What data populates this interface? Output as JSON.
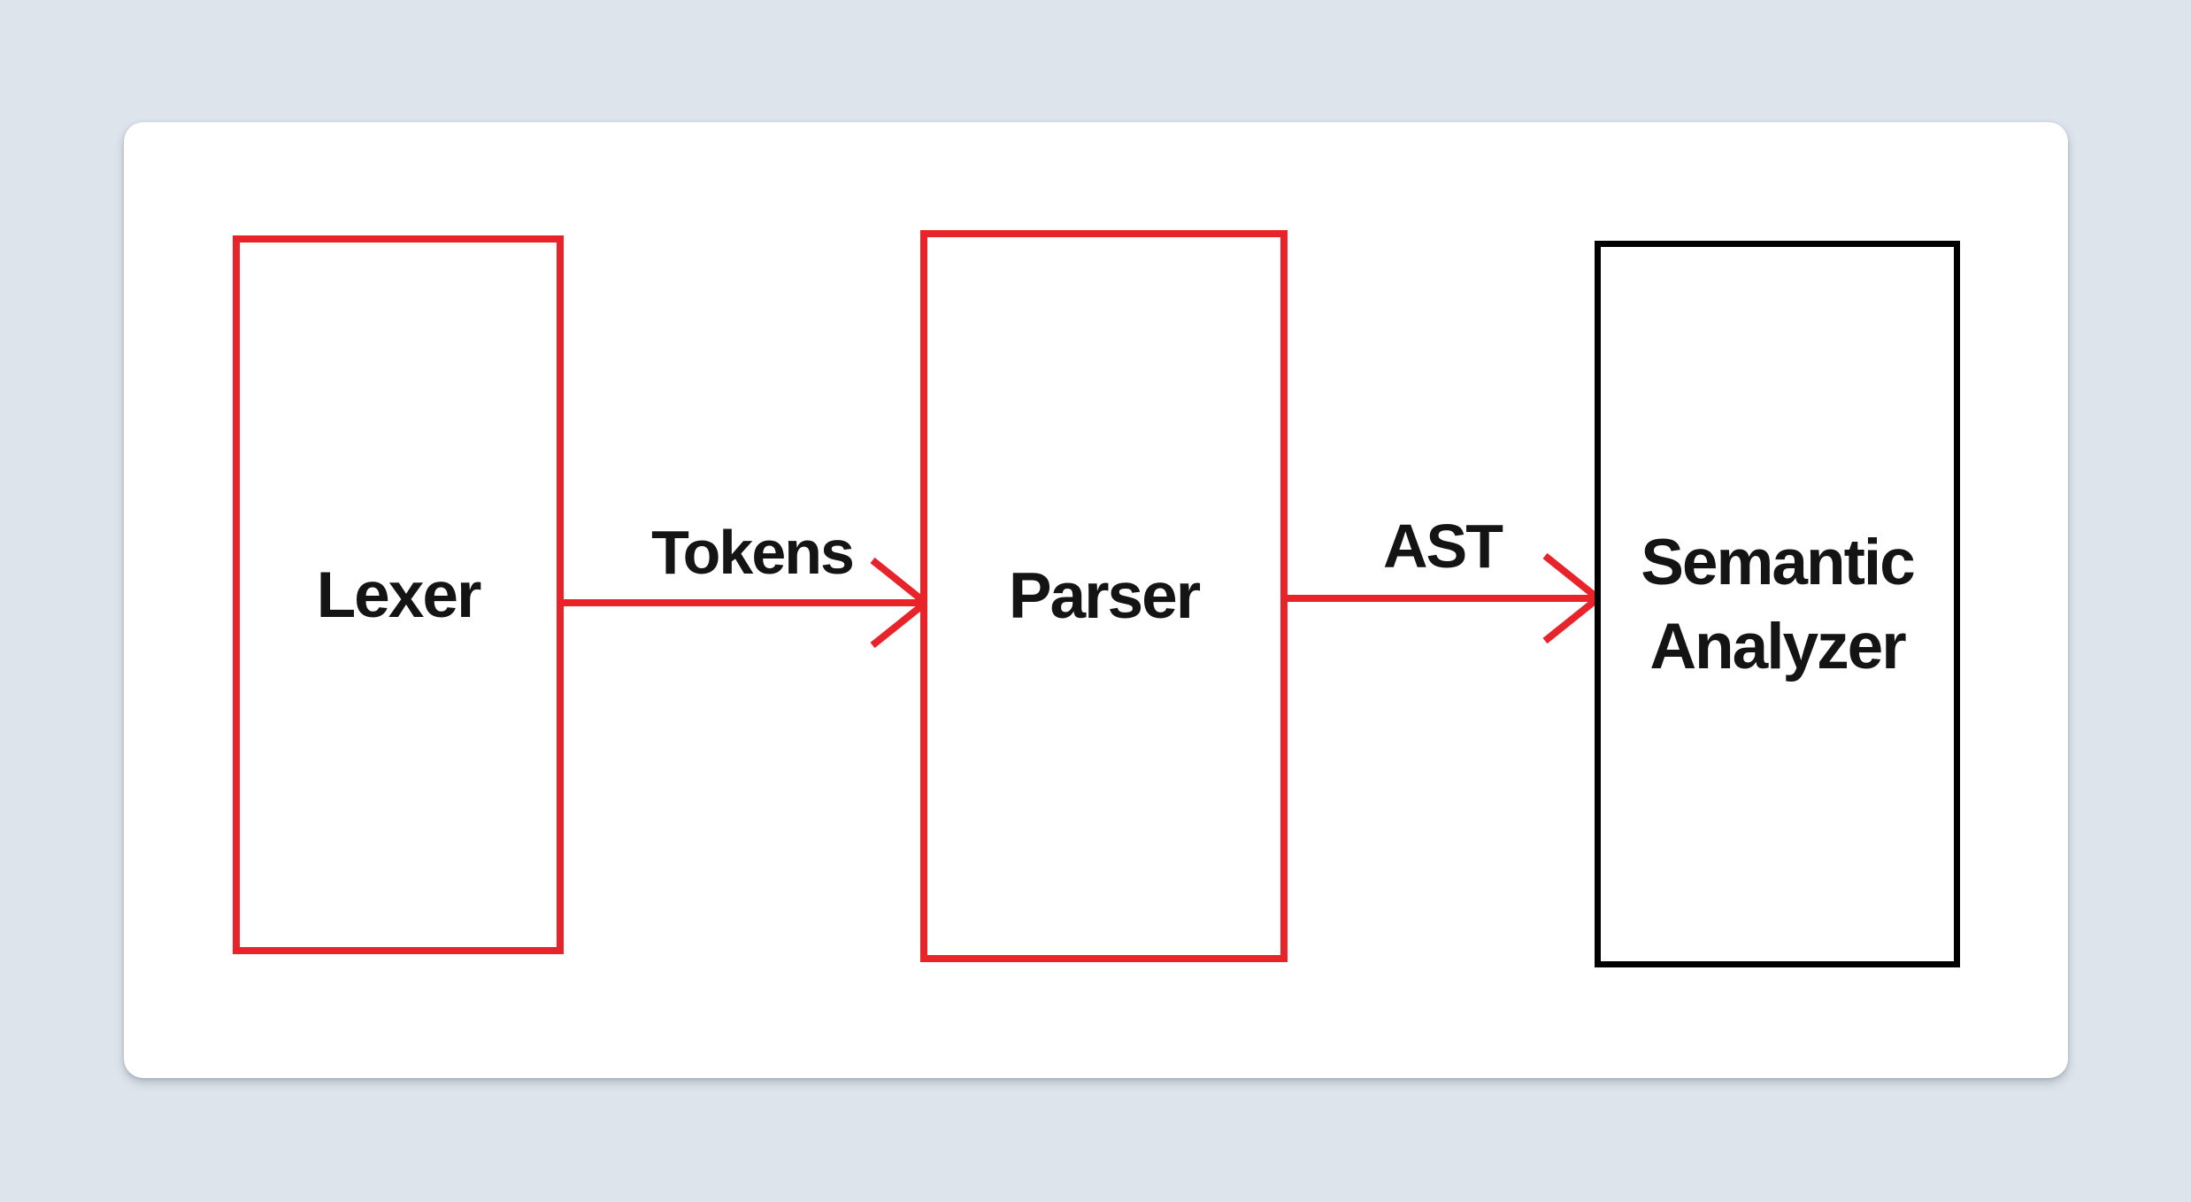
{
  "colors": {
    "background": "#dee4eb",
    "card": "#ffffff",
    "red": "#e8232a",
    "black": "#000000",
    "text": "#141414"
  },
  "diagram": {
    "nodes": [
      {
        "id": "lexer",
        "label": "Lexer",
        "border": "red"
      },
      {
        "id": "parser",
        "label": "Parser",
        "border": "red"
      },
      {
        "id": "semantic-analyzer",
        "label": "Semantic Analyzer",
        "border": "black"
      }
    ],
    "edges": [
      {
        "from": "lexer",
        "to": "parser",
        "label": "Tokens",
        "color": "red"
      },
      {
        "from": "parser",
        "to": "semantic-analyzer",
        "label": "AST",
        "color": "red"
      }
    ]
  }
}
